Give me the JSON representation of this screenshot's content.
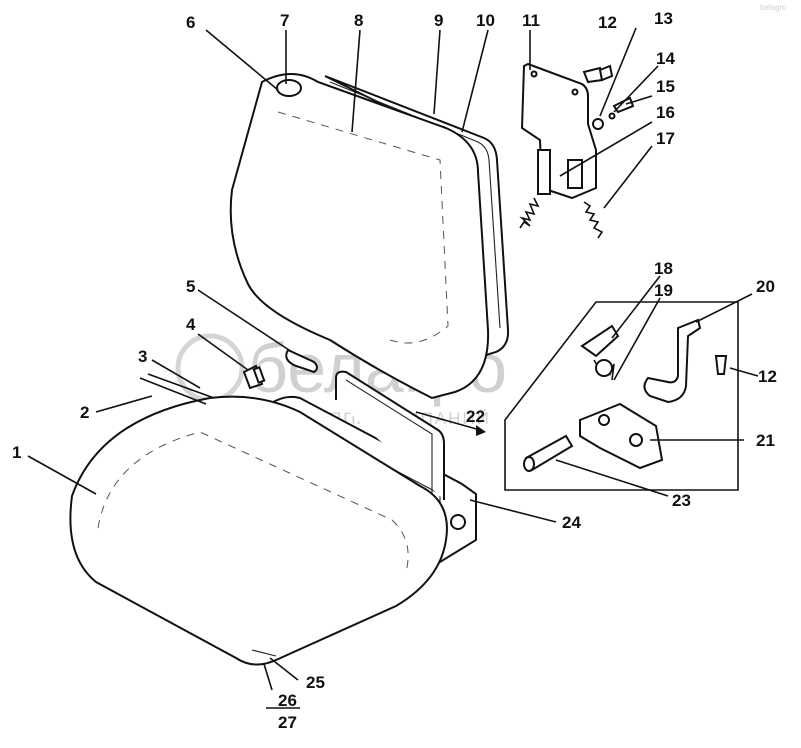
{
  "watermark": {
    "brand": "белагро",
    "tagline": "ГРУППА КОМПАНИЙ",
    "corner_mark": "belagro"
  },
  "callouts": [
    "1",
    "2",
    "3",
    "4",
    "5",
    "6",
    "7",
    "8",
    "9",
    "10",
    "11",
    "12",
    "13",
    "14",
    "15",
    "16",
    "17",
    "18",
    "19",
    "20",
    "21",
    "22",
    "23",
    "24",
    "25",
    "26",
    "27",
    "12"
  ],
  "colors": {
    "ink": "#111111",
    "paper": "#ffffff",
    "watermark": "#d0d0d0"
  }
}
